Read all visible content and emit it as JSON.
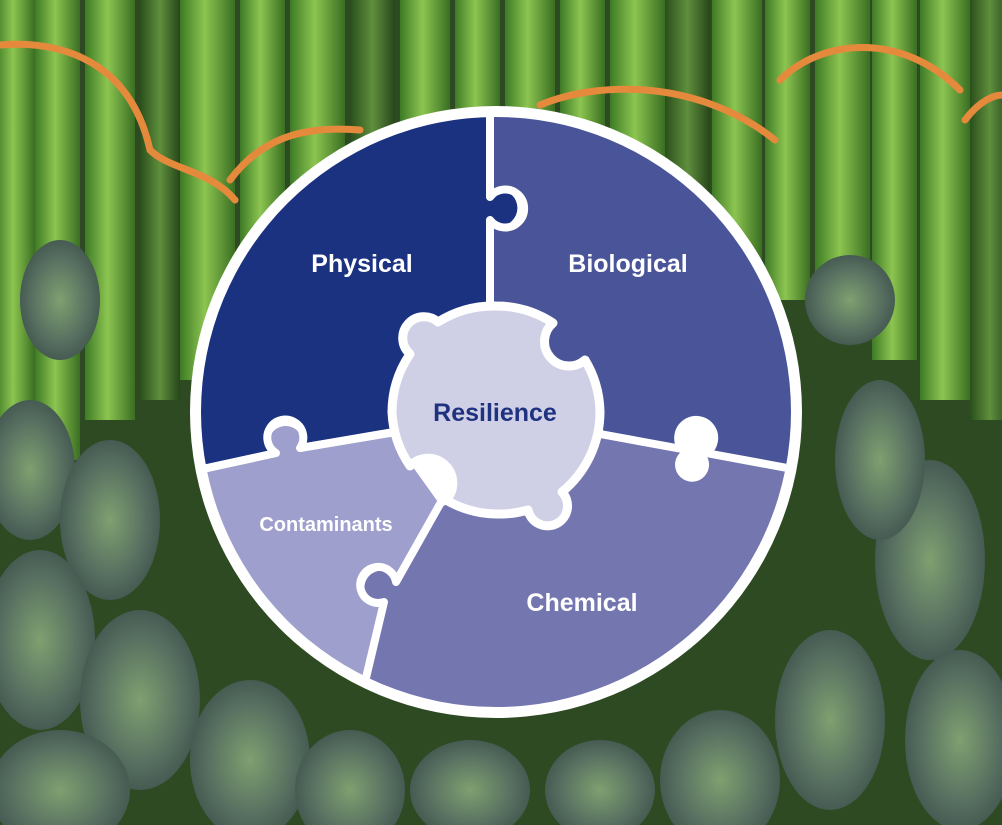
{
  "diagram": {
    "center": {
      "label": "Resilience",
      "fill": "#cfcfe6",
      "text_color": "#1f3280"
    },
    "segments": [
      {
        "id": "physical",
        "label": "Physical",
        "fill": "#1b3280"
      },
      {
        "id": "biological",
        "label": "Biological",
        "fill": "#4a5599"
      },
      {
        "id": "chemical",
        "label": "Chemical",
        "fill": "#7476b0"
      },
      {
        "id": "contaminants",
        "label": "Contaminants",
        "fill": "#9e9fcc"
      }
    ],
    "ring_color": "#ffffff"
  },
  "background": {
    "subject": "asparagus bundles with orange rubber bands",
    "colors": [
      "#6fae3a",
      "#3d6a2c",
      "#8a6b9c",
      "#e08a3a"
    ]
  }
}
